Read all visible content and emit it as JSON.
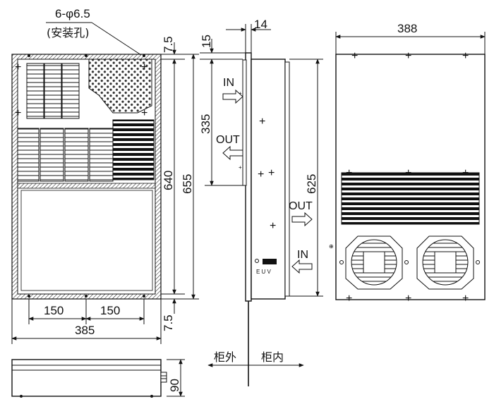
{
  "front_view": {
    "hole_spec": "6-φ6.5",
    "hole_note": "(安装孔)",
    "dim_top_offset": "7.5",
    "dim_bottom_offset": "7.5",
    "dim_height_inner": "640",
    "dim_height_total": "655",
    "dim_hole_spacing_left": "150",
    "dim_hole_spacing_right": "150",
    "dim_width": "385"
  },
  "side_view": {
    "dim_thickness": "14",
    "dim_top": "15",
    "dim_upper_section": "335",
    "dim_body_height": "625",
    "label_in_upper": "IN",
    "label_out_upper": "OUT",
    "label_out_lower": "OUT",
    "label_in_lower": "IN",
    "terminal_labels": "E  U V",
    "label_outside": "柜外",
    "label_inside": "柜内"
  },
  "rear_view": {
    "dim_width": "388"
  },
  "bottom_view": {
    "dim_depth": "90"
  }
}
